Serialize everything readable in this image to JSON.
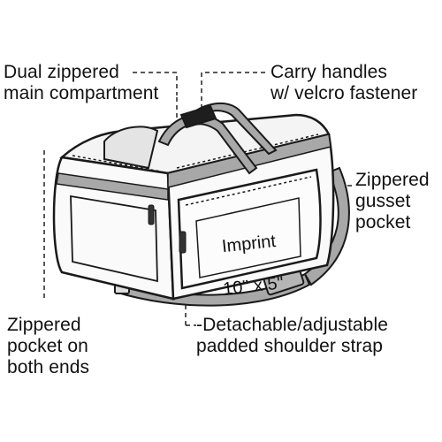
{
  "callouts": {
    "main_compartment": "Dual zippered\nmain compartment",
    "carry_handles": "Carry handles\nw/ velcro fastener",
    "gusset_pocket": "Zippered\ngusset\npocket",
    "end_pockets": "Zippered\npocket on\nboth ends",
    "shoulder_strap": "-Detachable/adjustable\npadded shoulder strap"
  },
  "imprint": {
    "line1": "Imprint",
    "line2": "10\" x 5\""
  },
  "colors": {
    "outline": "#1a1a1a",
    "strap_gray": "#a8a8a8",
    "bag_fill": "#fafafa"
  }
}
